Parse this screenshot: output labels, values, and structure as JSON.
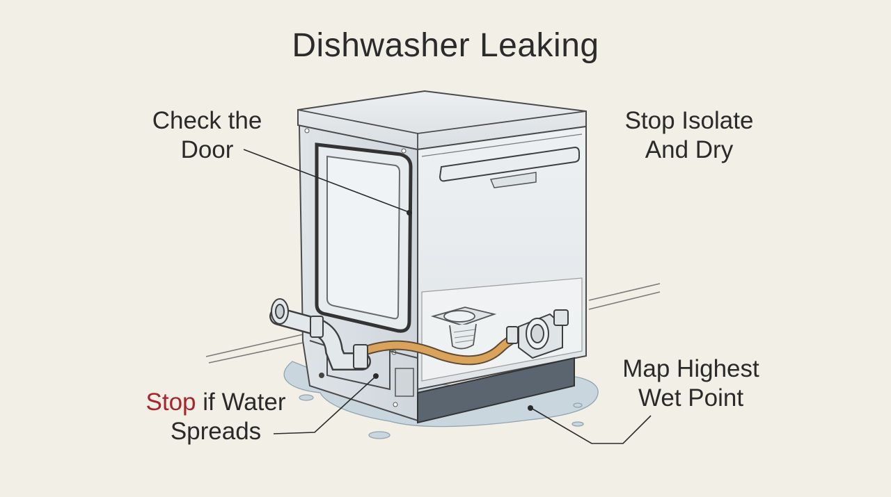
{
  "title": "Dishwasher Leaking",
  "labels": {
    "check_door": {
      "line1": "Check the",
      "line2": "Door"
    },
    "stop_isolate": {
      "line1": "Stop Isolate",
      "line2": "And Dry"
    },
    "map_highest": {
      "line1": "Map Highest",
      "line2": "Wet Point"
    },
    "stop_spreads": {
      "accent": "Stop",
      "rest": " if Water",
      "line2": "Spreads"
    }
  },
  "colors": {
    "background": "#f2efe6",
    "ink": "#2a2a2a",
    "accent": "#a8262b",
    "hose": "#d9a35c",
    "water": "#c9d6dd"
  }
}
